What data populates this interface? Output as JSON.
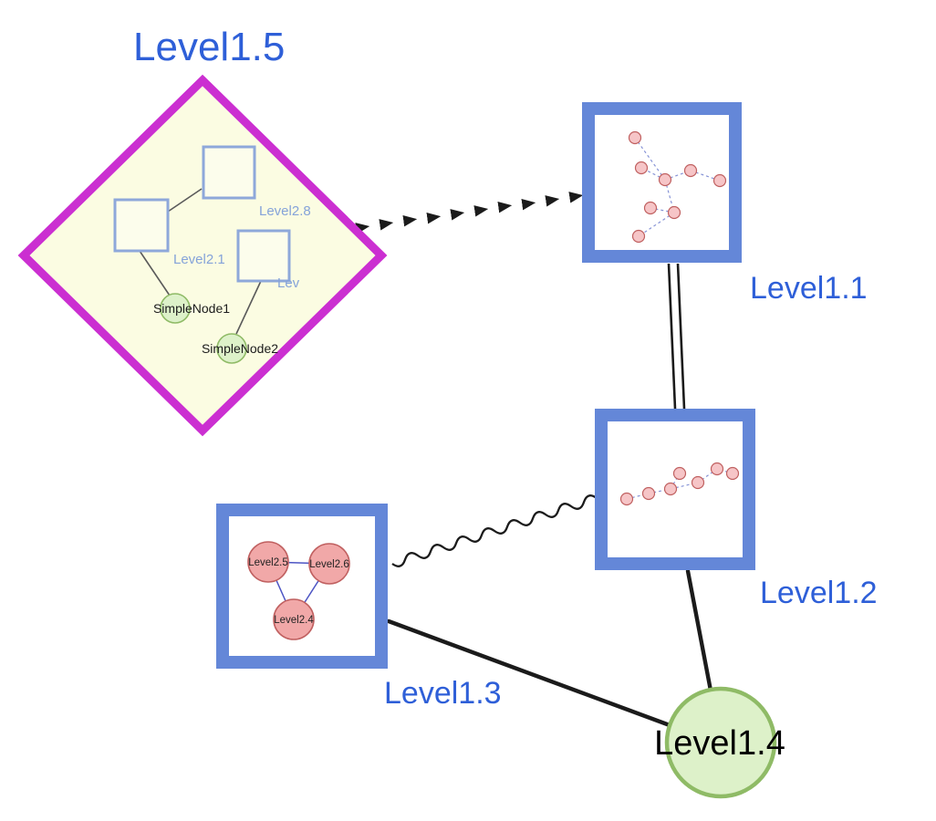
{
  "nodes": {
    "level15": {
      "label": "Level1.5",
      "shape": "diamond"
    },
    "level11": {
      "label": "Level1.1",
      "shape": "square"
    },
    "level12": {
      "label": "Level1.2",
      "shape": "square"
    },
    "level13": {
      "label": "Level1.3",
      "shape": "square"
    },
    "level14": {
      "label": "Level1.4",
      "shape": "circle"
    }
  },
  "level15_contents": {
    "squares": [
      {
        "label": "Level2.8"
      },
      {
        "label": "Level2.1"
      },
      {
        "label": "Lev"
      }
    ],
    "simple_nodes": [
      {
        "label": "SimpleNode1"
      },
      {
        "label": "SimpleNode2"
      }
    ]
  },
  "level13_contents": {
    "nodes": [
      {
        "label": "Level2.5"
      },
      {
        "label": "Level2.6"
      },
      {
        "label": "Level2.4"
      }
    ]
  },
  "edges": [
    {
      "from": "Level1.5",
      "to": "Level1.1",
      "style": "dashed-arrowheads"
    },
    {
      "from": "Level1.1",
      "to": "Level1.2",
      "style": "double-line"
    },
    {
      "from": "Level1.3",
      "to": "Level1.2",
      "style": "wavy"
    },
    {
      "from": "Level1.3",
      "to": "Level1.4",
      "style": "solid"
    },
    {
      "from": "Level1.2",
      "to": "Level1.4",
      "style": "solid"
    }
  ],
  "colors": {
    "label-blue": "#2e5fd8",
    "node-border": "#6487d8",
    "inner-border": "#8ea8da",
    "inner-label": "#85a3d9",
    "diamond-stroke": "#cb2fd1",
    "diamond-fill": "#fbfce2",
    "inner-square-fill": "#fcfdec",
    "green-fill": "#ddf1c9",
    "green-border": "#8fbb66",
    "pink-fill": "#f1a8a8",
    "pink-fill-light": "#f6c5c7",
    "pink-border": "#c06060",
    "mini-edge": "#8693d6",
    "tri-edge": "#4d55c4",
    "inner-edge": "#5a5a5a",
    "edge": "#1b1b1b"
  }
}
